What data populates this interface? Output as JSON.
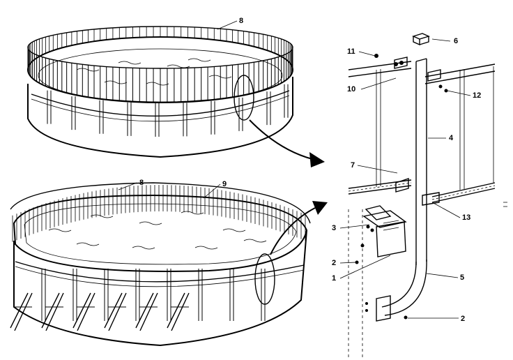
{
  "callouts": [
    {
      "id": "c8a",
      "text": "8"
    },
    {
      "id": "c8b",
      "text": "8"
    },
    {
      "id": "c9",
      "text": "9"
    },
    {
      "id": "c6",
      "text": "6"
    },
    {
      "id": "c11",
      "text": "11"
    },
    {
      "id": "c10",
      "text": "10"
    },
    {
      "id": "c12",
      "text": "12"
    },
    {
      "id": "c4",
      "text": "4"
    },
    {
      "id": "c7",
      "text": "7"
    },
    {
      "id": "c13",
      "text": "13"
    },
    {
      "id": "c3",
      "text": "3"
    },
    {
      "id": "c2a",
      "text": "2"
    },
    {
      "id": "c1",
      "text": "1"
    },
    {
      "id": "c5",
      "text": "5"
    },
    {
      "id": "c2b",
      "text": "2"
    }
  ]
}
